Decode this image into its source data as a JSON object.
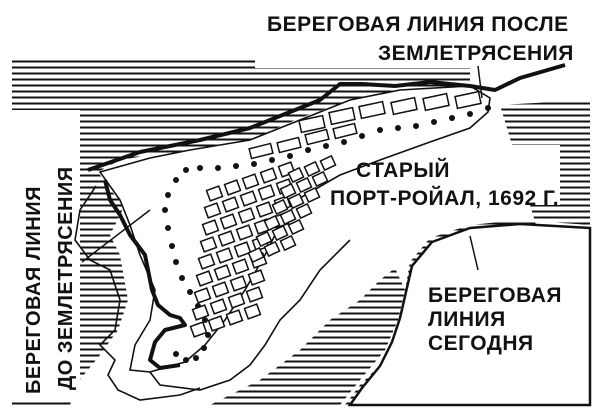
{
  "labels": {
    "shoreline_after_line1": "БЕРЕГОВАЯ ЛИНИЯ ПОСЛЕ",
    "shoreline_after_line2": "ЗЕМЛЕТРЯСЕНИЯ",
    "shoreline_before_line1": "БЕРЕГОВАЯ ЛИНИЯ",
    "shoreline_before_line2": "ДО ЗЕМЛЕТРЯСЕНИЯ",
    "old_port_line1": "СТАРЫЙ",
    "old_port_line2": "ПОРТ-РОЙАЛ, 1692 Г.",
    "shoreline_today_line1": "БЕРЕГОВАЯ",
    "shoreline_today_line2": "ЛИНИЯ",
    "shoreline_today_line3": "СЕГОДНЯ"
  },
  "colors": {
    "ink": "#111111",
    "paper": "#ffffff"
  }
}
